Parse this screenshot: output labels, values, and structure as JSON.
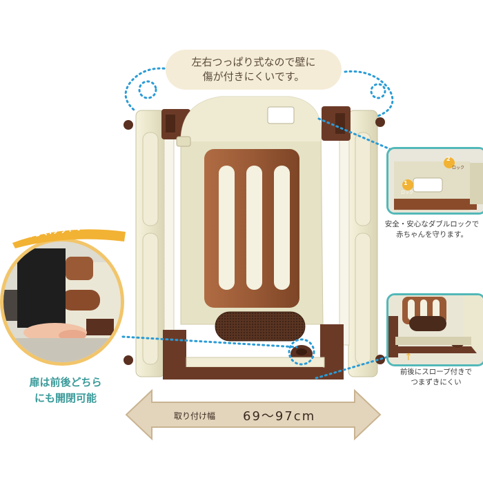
{
  "top_bubble": {
    "line1": "左右つっぱり式なので壁に",
    "line2": "傷が付きにくいです。"
  },
  "lock_inset": {
    "badge1_num": "1",
    "badge1_text": "ロック",
    "badge2_num": "2",
    "badge2_text": "ロック",
    "caption_line1": "安全・安心なダブルロックで",
    "caption_line2": "赤ちゃんを守ります。"
  },
  "foot_inset": {
    "label": "らくらく!フットオープン",
    "caption_line1": "扉は前後どちら",
    "caption_line2": "にも開閉可能"
  },
  "slope_inset": {
    "caption_line1": "前後にスロープ付きで",
    "caption_line2": "つまずきにくい"
  },
  "width_arrow": {
    "label": "取り付け幅",
    "value": "69〜97cm"
  },
  "colors": {
    "frame_cream": "#ece8cf",
    "frame_brown": "#6b3a27",
    "panel_wood": "#9a5a36",
    "accent_teal": "#52b8b8",
    "dotted_blue": "#2a9bd6",
    "arrow_beige": "#d9c7a8",
    "foot_badge": "#f2b233"
  }
}
